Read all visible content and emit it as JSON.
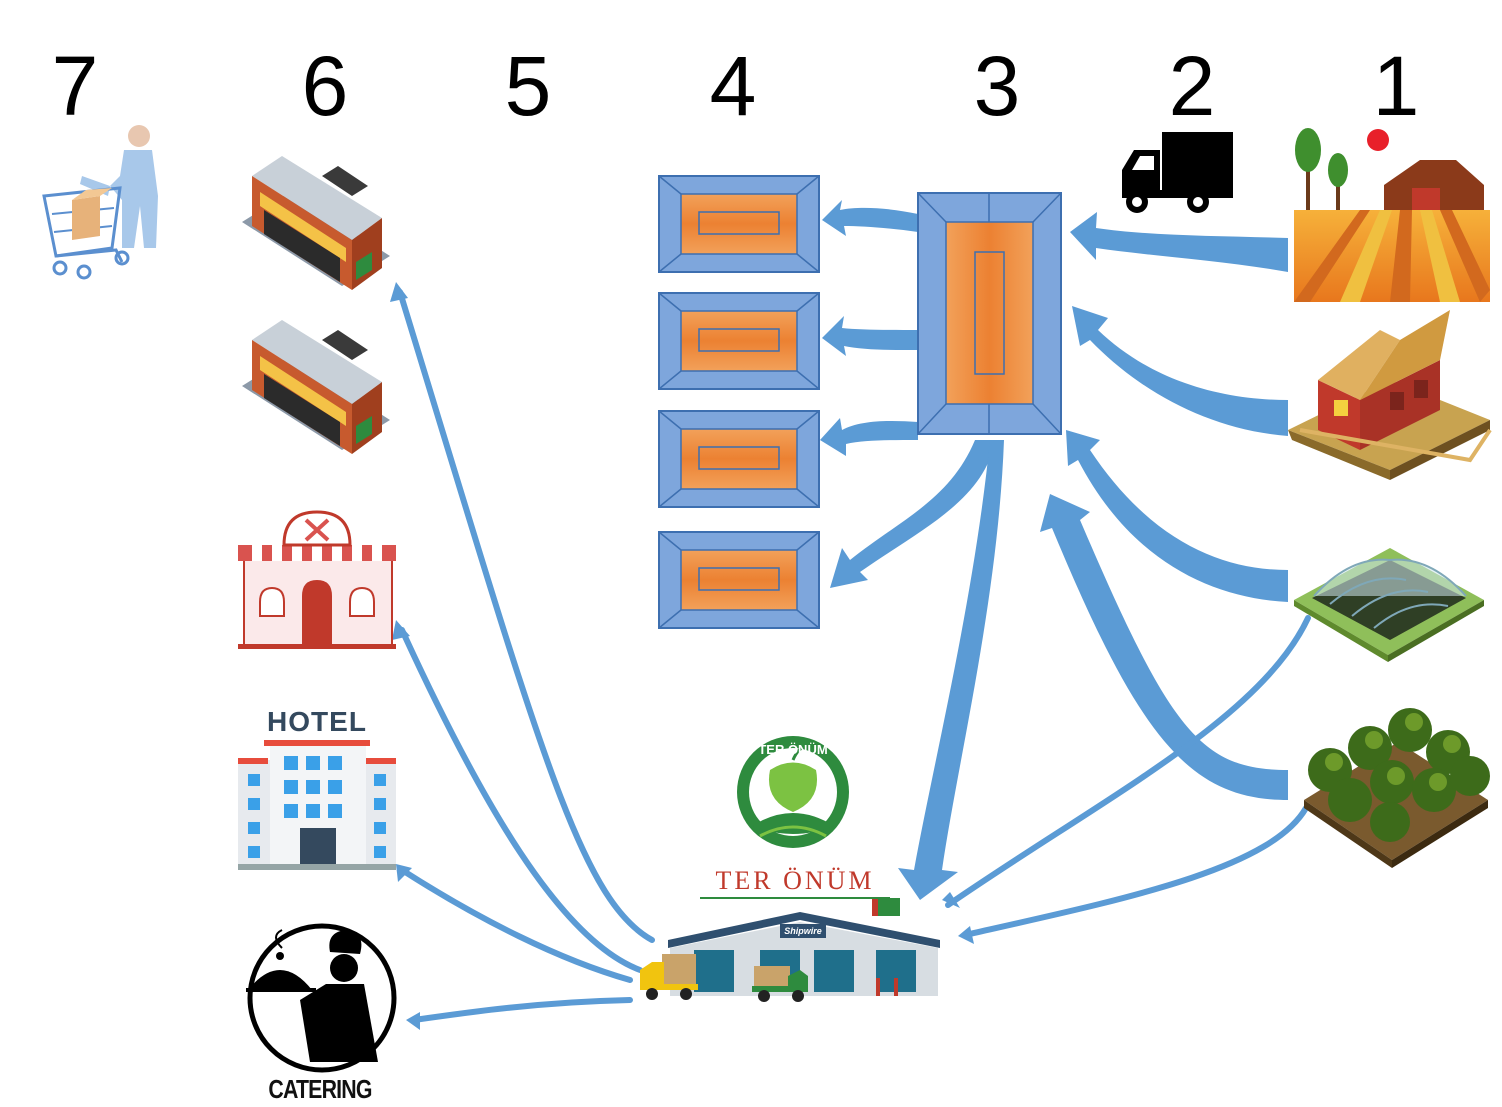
{
  "stage_numbers": [
    "7",
    "6",
    "5",
    "4",
    "3",
    "2",
    "1"
  ],
  "labels": {
    "hotel": "HOTEL",
    "catering": "CATERING",
    "brand": "TER ÖNÜM",
    "logo_arc": "TER ÖNÜM",
    "warehouse_sign": "Shipwire"
  },
  "icons": {
    "consumer": "shopper-with-cart-icon",
    "store": "store-building-icon",
    "restaurant": "restaurant-icon",
    "hotel": "hotel-icon",
    "catering": "catering-chef-icon",
    "warehouse": "distribution-warehouse-icon",
    "truck": "delivery-truck-icon",
    "farm_field": "farm-field-icon",
    "barn": "barn-icon",
    "greenhouse": "greenhouse-icon",
    "orchard": "orchard-icon"
  },
  "colors": {
    "arrow": "#5b9bd5",
    "box_frame": "#7ea6dc",
    "box_fill": "#ee8a3c",
    "brand_green": "#2e8b3e",
    "brand_red": "#c0392b"
  }
}
